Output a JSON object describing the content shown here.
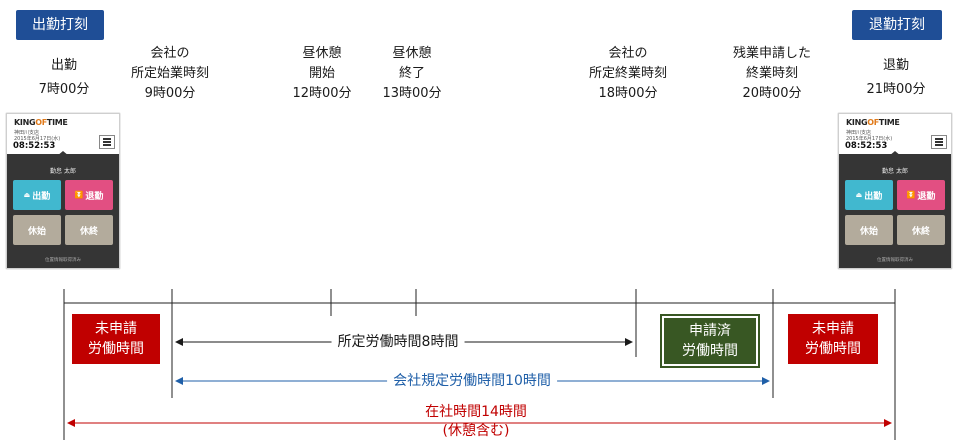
{
  "tags": {
    "clock_in": "出勤打刻",
    "clock_out": "退勤打刻"
  },
  "labels": [
    {
      "lines": [
        "出勤",
        "7時00分"
      ]
    },
    {
      "lines": [
        "会社の",
        "所定始業時刻",
        "9時00分"
      ]
    },
    {
      "lines": [
        "昼休憩",
        "開始",
        "12時00分"
      ]
    },
    {
      "lines": [
        "昼休憩",
        "終了",
        "13時00分"
      ]
    },
    {
      "lines": [
        "会社の",
        "所定終業時刻",
        "18時00分"
      ]
    },
    {
      "lines": [
        "残業申請した",
        "終業時刻",
        "20時00分"
      ]
    },
    {
      "lines": [
        "退勤",
        "21時00分"
      ]
    }
  ],
  "phone": {
    "brand_a": "KING",
    "brand_of": "OF",
    "brand_b": "TIME",
    "location": "神田川支店",
    "date": "2015年6月17日(水)",
    "time": "08:52:53",
    "user": "勤怠 太郎",
    "btn_in": "出勤",
    "btn_out": "退勤",
    "btn_break_start": "休始",
    "btn_break_end": "休終",
    "footer": "位置情報取得済み"
  },
  "boxes": {
    "unapplied_left": [
      "未申請",
      "労働時間"
    ],
    "applied": [
      "申請済",
      "労働時間"
    ],
    "unapplied_right": [
      "未申請",
      "労働時間"
    ]
  },
  "spans": {
    "scheduled": "所定労働時間8時間",
    "company": "会社規定労働時間10時間",
    "onsite": "在社時間14時間",
    "onsite_note": "(休憩含む)"
  },
  "colors": {
    "tag_blue": "#1f4e96",
    "red": "#c00000",
    "green": "#385723",
    "arrow_black": "#1a1a1a",
    "arrow_blue": "#1f5fa8",
    "arrow_red": "#c00000"
  }
}
